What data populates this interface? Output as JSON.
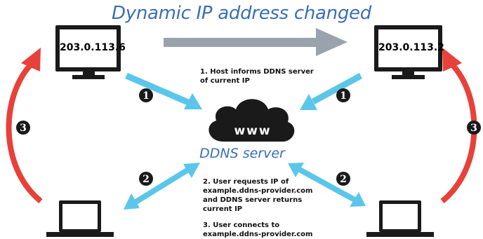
{
  "title": "Dynamic IP address changed",
  "left_host": {
    "ip": "203.0.113.6"
  },
  "right_host": {
    "ip": "203.0.113.2"
  },
  "server": {
    "cloud_text": "www",
    "label": "DDNS server"
  },
  "steps": {
    "step1": {
      "number": "1",
      "text_line1": "1. Host informs DDNS server",
      "text_line2": "of current IP"
    },
    "step2": {
      "number": "2",
      "text_lines": [
        "2. User requests IP of",
        "example.ddns-provider.com",
        "and DDNS server returns",
        "current IP"
      ]
    },
    "step3": {
      "number": "3",
      "text_lines": [
        "3. User connects to",
        "example.ddns-provider.com"
      ]
    }
  },
  "colors": {
    "title": "#3a6fb5",
    "gray_arrow": "#9aa3ad",
    "blue_arrow": "#5bc6ea",
    "red_arrow": "#e8413a",
    "device": "#1a1a1a",
    "badge": "#1a1a1a"
  }
}
